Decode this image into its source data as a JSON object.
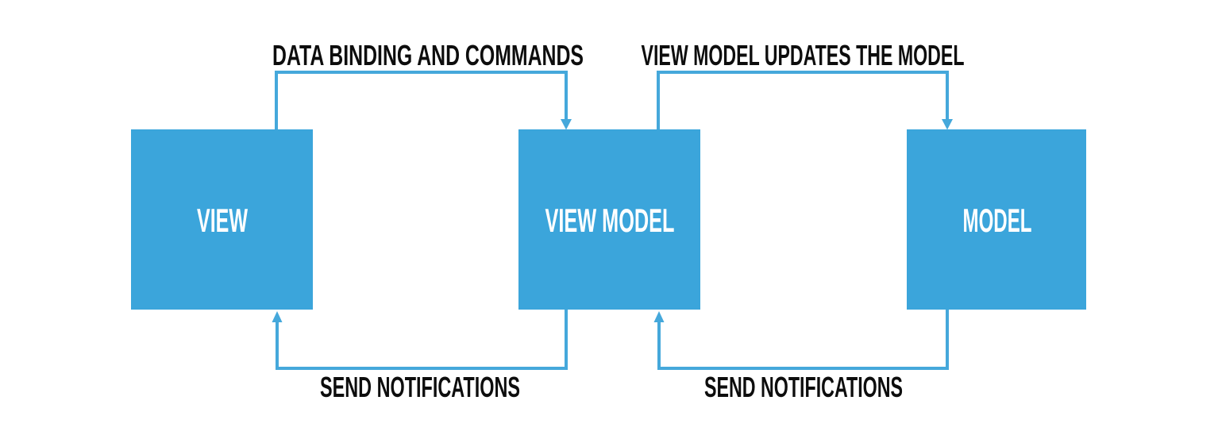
{
  "diagram": {
    "pattern": "MVVM",
    "boxes": [
      {
        "id": "view",
        "label": "VIEW"
      },
      {
        "id": "view-model",
        "label": "VIEW MODEL"
      },
      {
        "id": "model",
        "label": "MODEL"
      }
    ],
    "arrows": [
      {
        "label": "DATA BINDING AND COMMANDS",
        "from": "VIEW",
        "to": "VIEW MODEL",
        "direction": "down-into-target"
      },
      {
        "label": "VIEW MODEL UPDATES THE MODEL",
        "from": "VIEW MODEL",
        "to": "MODEL",
        "direction": "down-into-target"
      },
      {
        "label": "SEND NOTIFICATIONS",
        "from": "VIEW MODEL",
        "to": "VIEW",
        "direction": "up-into-target"
      },
      {
        "label": "SEND NOTIFICATIONS",
        "from": "MODEL",
        "to": "VIEW MODEL",
        "direction": "up-into-target"
      }
    ],
    "colors": {
      "box_fill": "#3ba5db",
      "line": "#45a8db",
      "flow_label_text": "#0d0d0d",
      "box_label_text": "#ffffff",
      "background": "#ffffff"
    }
  }
}
